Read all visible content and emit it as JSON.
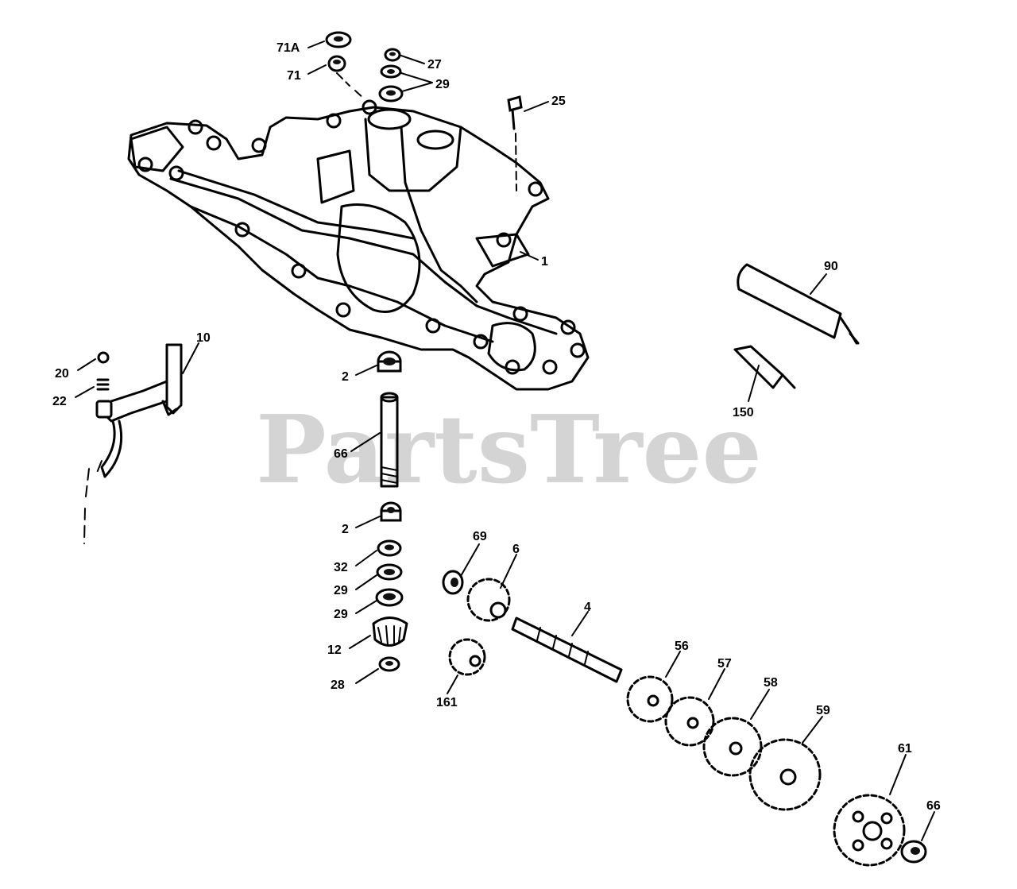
{
  "watermark": "PartsTree",
  "callouts": {
    "c71A": "71A",
    "c71": "71",
    "c27": "27",
    "c29top": "29",
    "c25": "25",
    "c1": "1",
    "c90": "90",
    "c10": "10",
    "c20": "20",
    "c22": "22",
    "c150": "150",
    "c2top": "2",
    "c66shaft": "66",
    "c2bot": "2",
    "c32": "32",
    "c29a": "29",
    "c29b": "29",
    "c12": "12",
    "c28": "28",
    "c69": "69",
    "c6": "6",
    "c4": "4",
    "c161": "161",
    "c56": "56",
    "c57": "57",
    "c58": "58",
    "c59": "59",
    "c61": "61",
    "c66nut": "66"
  }
}
